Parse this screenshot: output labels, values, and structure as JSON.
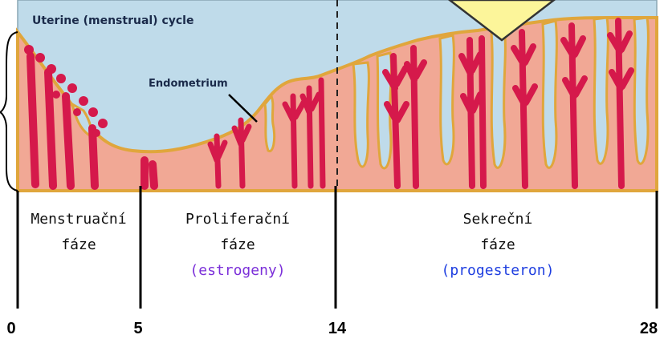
{
  "diagram": {
    "title": "Uterine (menstrual) cycle",
    "endometrium_label": "Endometrium",
    "phases": [
      {
        "line1": "Menstruační",
        "line2": "fáze",
        "line3": ""
      },
      {
        "line1": "Proliferační",
        "line2": "fáze",
        "line3": "(estrogeny)"
      },
      {
        "line1": "Sekreční",
        "line2": "fáze",
        "line3": "(progesteron)"
      }
    ],
    "ticks": [
      "0",
      "5",
      "14",
      "28"
    ],
    "colors": {
      "lumen": "#bfdbea",
      "tissue": "#f1a895",
      "gland_outline": "#e0a63c",
      "vessel": "#d5194b",
      "callout": "#fcf59a",
      "estrogen_text": "#7b2fd9",
      "progesteron_text": "#1f3fe0"
    }
  }
}
